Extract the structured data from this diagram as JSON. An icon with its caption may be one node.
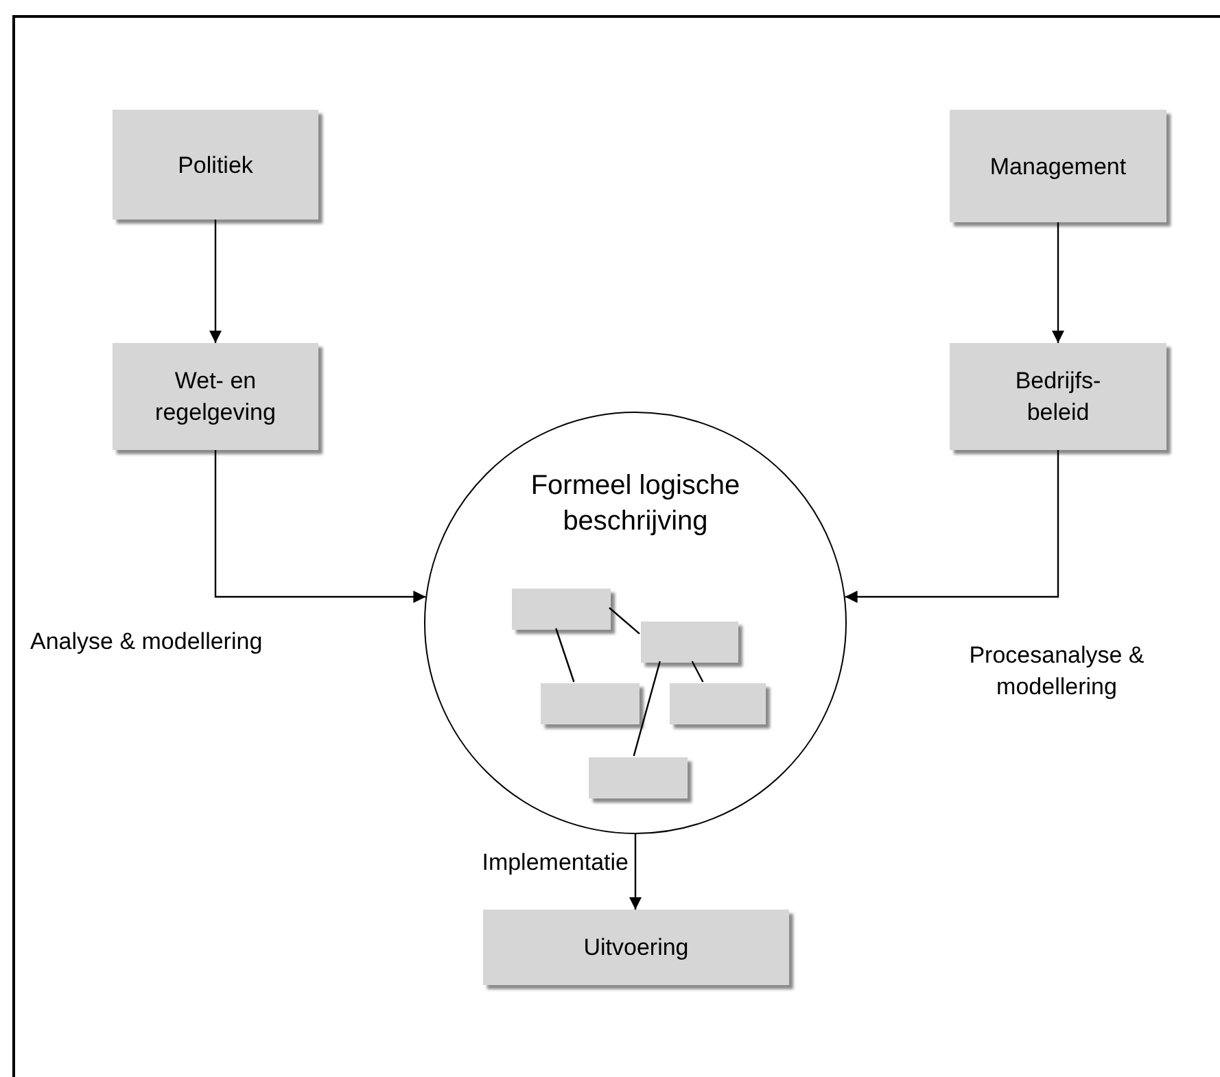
{
  "diagram": {
    "nodes": [
      {
        "text": [
          "Politiek"
        ]
      },
      {
        "text": [
          "Wet- en regelgeving"
        ]
      },
      {
        "text": [
          "Management"
        ]
      },
      {
        "text": [
          "Bedrijfs- beleid"
        ]
      },
      {
        "text": [
          "Formeel logische beschrijving"
        ]
      },
      {
        "text": [],
        "shape": "box",
        "in": 4
      },
      {
        "text": [],
        "shape": "box",
        "in": 4
      },
      {
        "text": [],
        "shape": "box",
        "in": 4
      },
      {
        "text": [],
        "shape": "box",
        "in": 4
      },
      {
        "text": [],
        "shape": "box",
        "in": 4
      },
      {
        "text": [
          "Uitvoering"
        ]
      }
    ],
    "edges": [
      {
        "from": 0,
        "to": 1,
        "arrow": "to"
      },
      {
        "from": 2,
        "to": 3,
        "arrow": "to"
      },
      {
        "from": 1,
        "to": 4,
        "arrow": "to",
        "label": "Analyse & modellering"
      },
      {
        "from": 3,
        "to": 4,
        "arrow": "to",
        "label": "Procesanalyse & modellering"
      },
      {
        "from": 4,
        "to": 10,
        "arrow": "to",
        "label": "Implementatie"
      },
      {
        "from": 5,
        "to": 6,
        "arrow": "none"
      },
      {
        "from": 5,
        "to": 7,
        "arrow": "none"
      },
      {
        "from": 6,
        "to": 8,
        "arrow": "none"
      },
      {
        "from": 6,
        "to": 9,
        "arrow": "none"
      }
    ]
  }
}
